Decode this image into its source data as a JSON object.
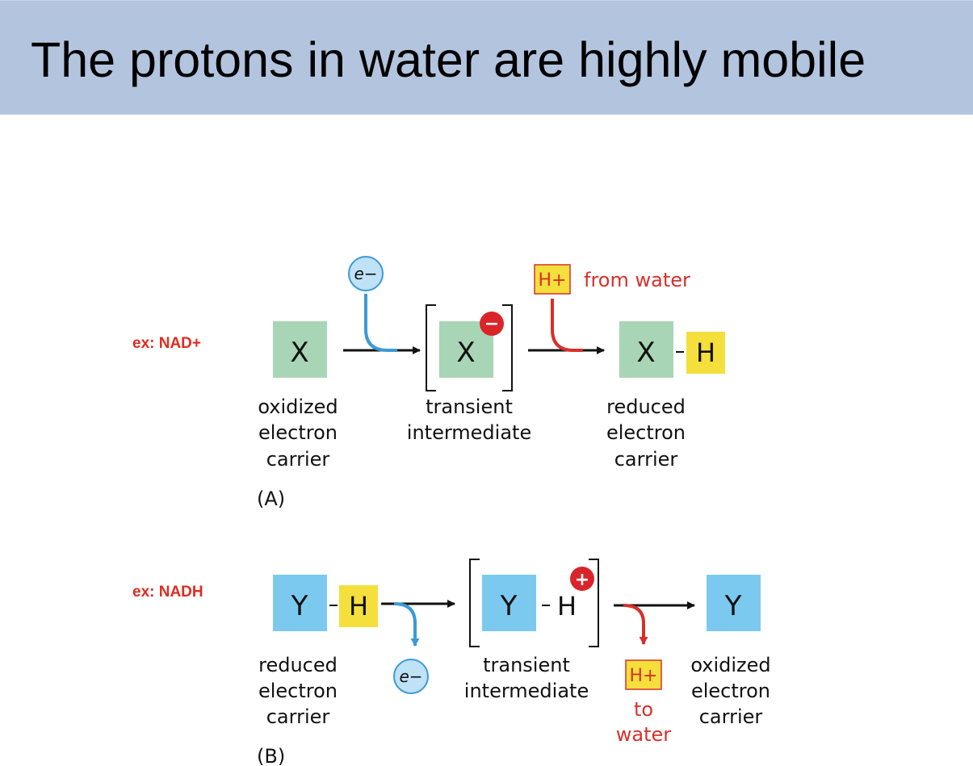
{
  "title": "The protons in water are highly mobile",
  "examples": {
    "a": "ex: NAD+",
    "b": "ex: NADH"
  },
  "panel_a": {
    "label": "(A)",
    "carrier": "X",
    "electron": "e−",
    "proton": "H+",
    "hydrogen": "H",
    "proton_source": "from water",
    "charge": "−",
    "caption_start": [
      "oxidized",
      "electron",
      "carrier"
    ],
    "caption_mid": [
      "transient",
      "intermediate"
    ],
    "caption_end": [
      "reduced",
      "electron",
      "carrier"
    ]
  },
  "panel_b": {
    "label": "(B)",
    "carrier": "Y",
    "electron": "e−",
    "proton": "H+",
    "hydrogen": "H",
    "proton_dest": [
      "to",
      "water"
    ],
    "charge": "+",
    "caption_start": [
      "reduced",
      "electron",
      "carrier"
    ],
    "caption_mid": [
      "transient",
      "intermediate"
    ],
    "caption_end": [
      "oxidized",
      "electron",
      "carrier"
    ]
  },
  "colors": {
    "title_bg": "#b3c4de",
    "green_box": "#a8d5b5",
    "blue_box": "#7cc9ef",
    "yellow_box": "#f5df3c",
    "electron_fill": "#bfe2f6",
    "electron_arrow": "#3b9ad6",
    "proton_arrow": "#d6302a",
    "charge_badge": "#d9252a",
    "example_text": "#e02b20"
  },
  "icons": {
    "electron": "electron-circle-icon",
    "charge": "charge-badge-icon"
  }
}
